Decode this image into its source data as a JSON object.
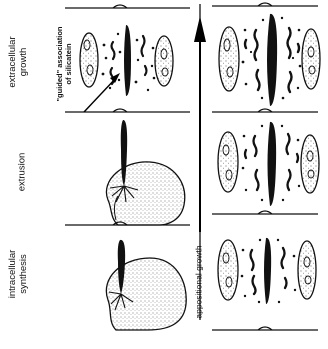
{
  "rows": [
    {
      "id": "extracellular",
      "label_lines": [
        "extracellular",
        "growth"
      ]
    },
    {
      "id": "extrusion",
      "label_lines": [
        "extrusion"
      ]
    },
    {
      "id": "intracellular",
      "label_lines": [
        "intracellular",
        "synthesis"
      ]
    }
  ],
  "annotation": {
    "lines": [
      "\"guided\" association",
      "of silicatein"
    ]
  },
  "axis_label": "appositional growth",
  "colors": {
    "ink": "#111111",
    "cell_stipple": "#333333",
    "background": "#ffffff"
  }
}
